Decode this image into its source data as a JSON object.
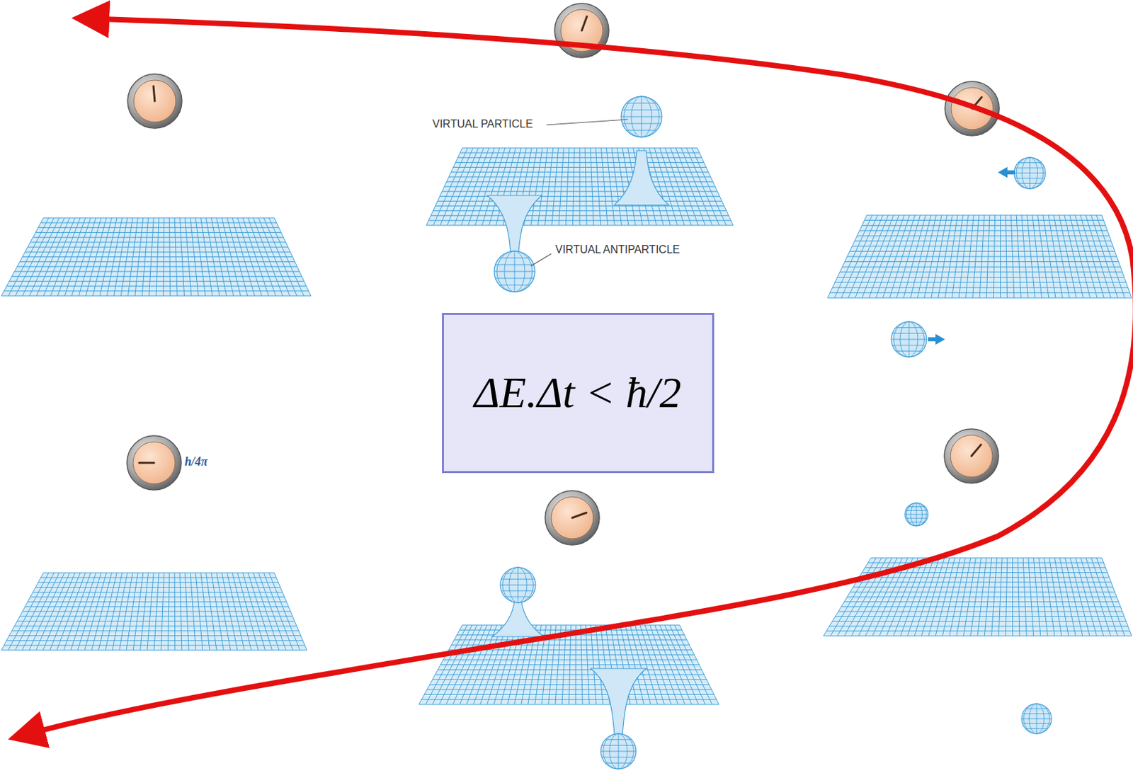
{
  "diagram": {
    "nodes": [
      {
        "text": [
          "ΔE.Δt < ħ/2"
        ]
      }
    ],
    "labels": [
      "VIRTUAL PARTICLE",
      "VIRTUAL ANTIPARTICLE",
      "h/4π"
    ]
  }
}
